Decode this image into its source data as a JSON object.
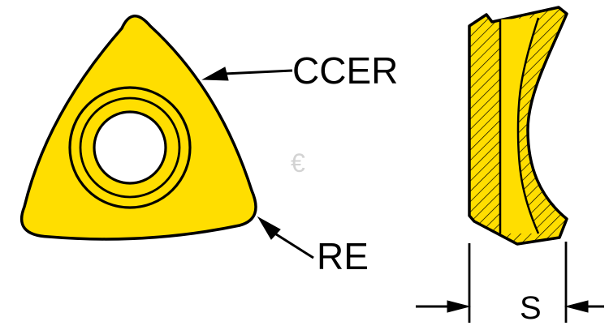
{
  "labels": {
    "ccer": "CCER",
    "re": "RE",
    "s": "S"
  },
  "watermark": {
    "symbol": "€"
  },
  "colors": {
    "insert": "#FFDE00",
    "outline": "#000000",
    "background": "#FFFFFF",
    "watermark": "#CCCCCC"
  }
}
